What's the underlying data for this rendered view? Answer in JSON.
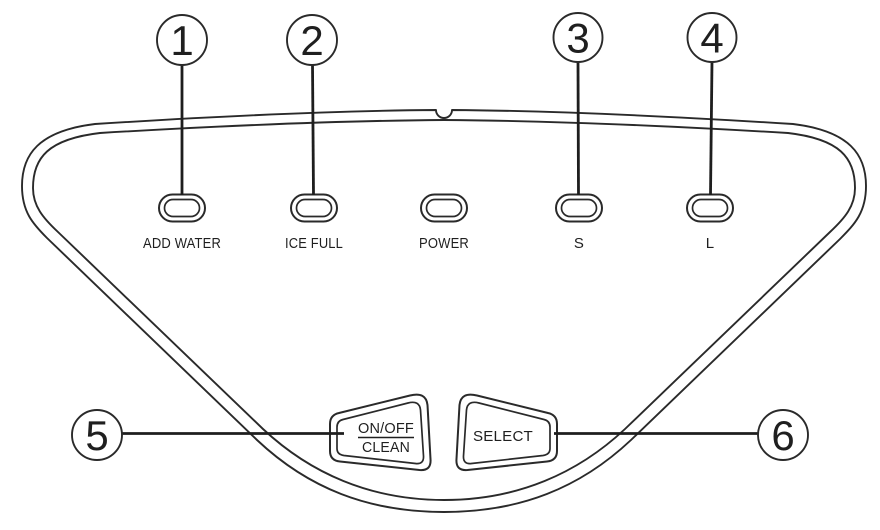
{
  "colors": {
    "background": "#ffffff",
    "line": "#2a2a2a",
    "text": "#1f1f1f"
  },
  "callouts": [
    {
      "number": "1"
    },
    {
      "number": "2"
    },
    {
      "number": "3"
    },
    {
      "number": "4"
    },
    {
      "number": "5"
    },
    {
      "number": "6"
    }
  ],
  "indicators": [
    {
      "label": "ADD WATER"
    },
    {
      "label": "ICE FULL"
    },
    {
      "label": "POWER"
    },
    {
      "label": "S"
    },
    {
      "label": "L"
    }
  ],
  "buttons": {
    "on_off_clean": {
      "line1": "ON/OFF",
      "line2": "CLEAN"
    },
    "select": {
      "label": "SELECT"
    }
  }
}
